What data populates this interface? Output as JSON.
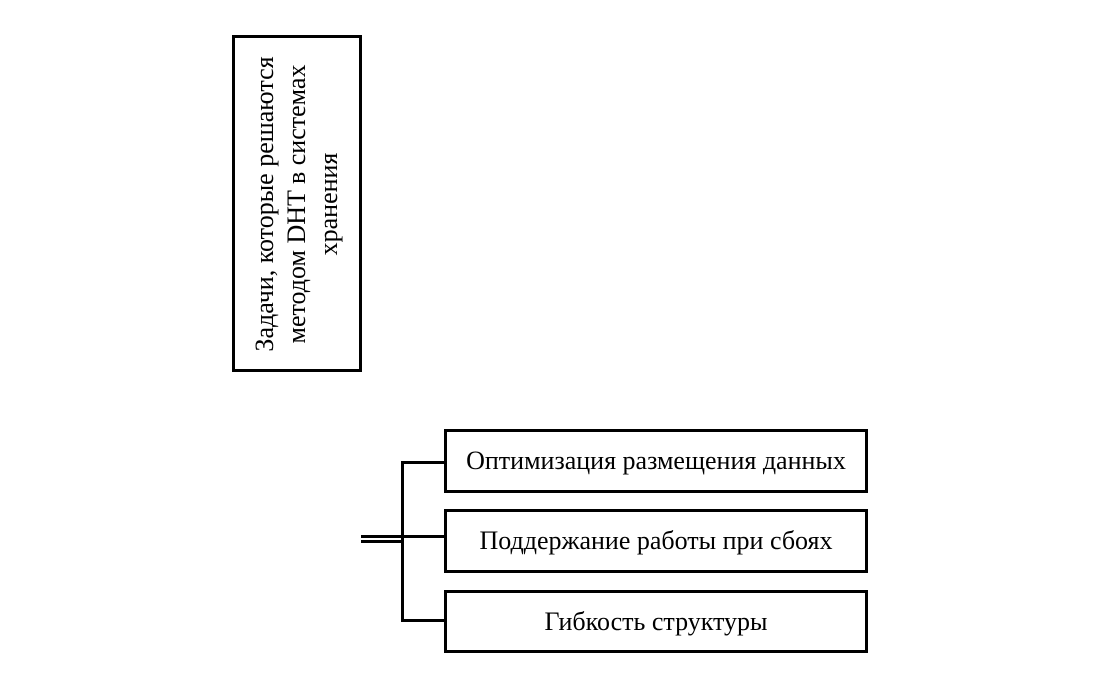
{
  "canvas": {
    "background_color": "#ffffff",
    "line_color": "#000000",
    "text_color": "#000000"
  },
  "diagram": {
    "type": "block-diagram",
    "root_box": {
      "label": "Задачи, которые решаются методом DHT в системах хранения",
      "orientation": "rotated-90-ccw",
      "lines": [
        "Задачи, которые решаются",
        "методом DHT в системах",
        "хранения"
      ]
    },
    "connector": {
      "style": "double-line-to-bracket"
    },
    "items": [
      {
        "label": "Оптимизация размещения данных"
      },
      {
        "label": "Поддержание работы при сбоях"
      },
      {
        "label": "Гибкость структуры"
      }
    ]
  }
}
